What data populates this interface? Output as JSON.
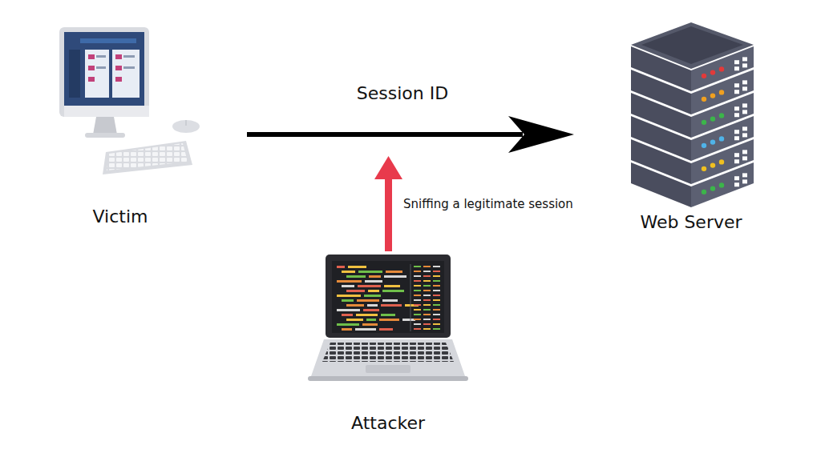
{
  "diagram": {
    "nodes": [
      {
        "text": [
          "Victim"
        ]
      },
      {
        "text": [
          "Web Server"
        ]
      },
      {
        "text": [
          "Attacker"
        ]
      }
    ],
    "edges": [
      {
        "from": 0,
        "to": 1,
        "label": "Session ID",
        "arrow": "to"
      }
    ],
    "labels": [
      "Sniffing a legitimate session"
    ]
  }
}
